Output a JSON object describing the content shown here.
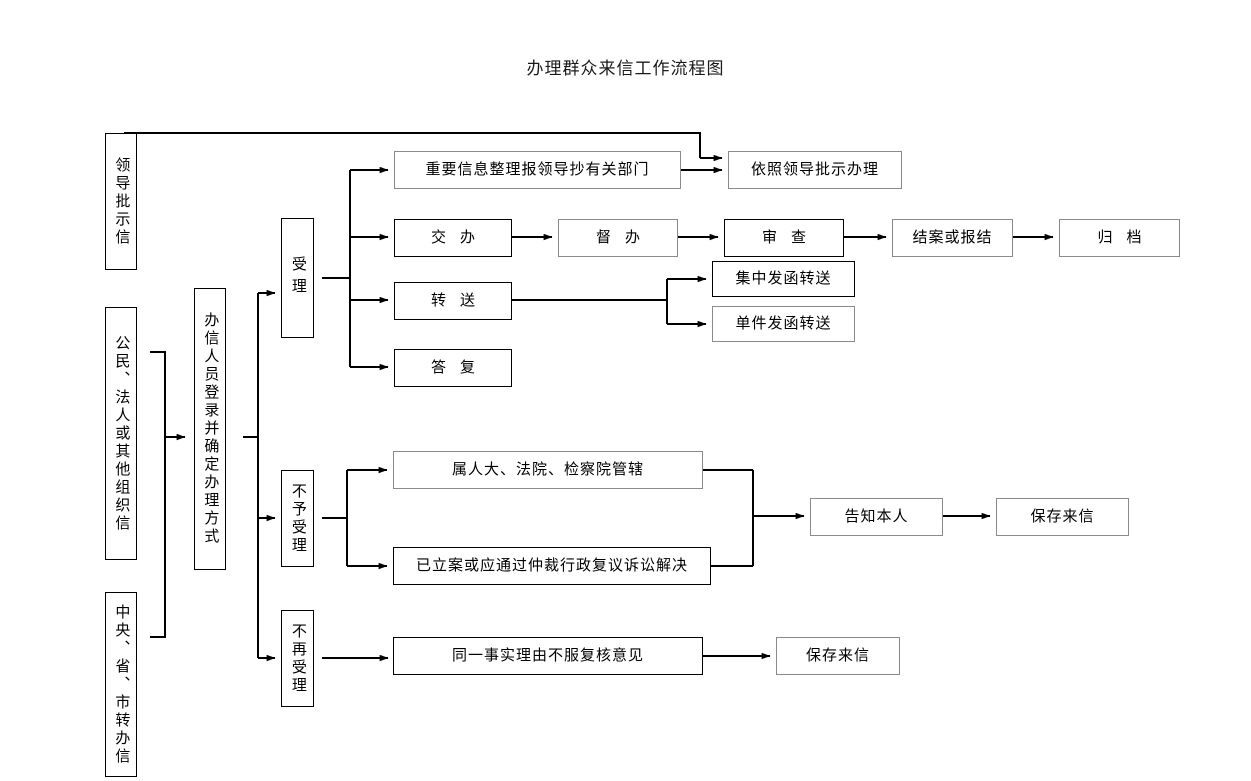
{
  "title": "办理群众来信工作流程图",
  "chart_data": {
    "type": "diagram",
    "title": "办理群众来信工作流程图",
    "orientation": "left-to-right flowchart",
    "nodes": [
      {
        "id": "n1",
        "label": "领导批示信"
      },
      {
        "id": "n2",
        "label": "公民、法人或其他组织信"
      },
      {
        "id": "n3",
        "label": "中央、省、市转办信"
      },
      {
        "id": "n4",
        "label": "办信人员登录并确定办理方式"
      },
      {
        "id": "n5",
        "label": "受理"
      },
      {
        "id": "n6",
        "label": "不予受理"
      },
      {
        "id": "n7",
        "label": "不再受理"
      },
      {
        "id": "n8",
        "label": "重要信息整理报领导抄有关部门"
      },
      {
        "id": "n9",
        "label": "依照领导批示办理"
      },
      {
        "id": "n10",
        "label": "交办"
      },
      {
        "id": "n11",
        "label": "督办"
      },
      {
        "id": "n12",
        "label": "审查"
      },
      {
        "id": "n13",
        "label": "结案或报结"
      },
      {
        "id": "n14",
        "label": "归档"
      },
      {
        "id": "n15",
        "label": "转送"
      },
      {
        "id": "n16",
        "label": "集中发函转送"
      },
      {
        "id": "n17",
        "label": "单件发函转送"
      },
      {
        "id": "n18",
        "label": "答复"
      },
      {
        "id": "n19",
        "label": "属人大、法院、检察院管辖"
      },
      {
        "id": "n20",
        "label": "已立案或应通过仲裁行政复议诉讼解决"
      },
      {
        "id": "n21",
        "label": "告知本人"
      },
      {
        "id": "n22",
        "label": "保存来信"
      },
      {
        "id": "n23",
        "label": "同一事实理由不服复核意见"
      },
      {
        "id": "n24",
        "label": "保存来信"
      }
    ],
    "edges": [
      {
        "from": "n1",
        "to": "n9"
      },
      {
        "from": "n2",
        "to": "n4"
      },
      {
        "from": "n3",
        "to": "n4"
      },
      {
        "from": "n4",
        "to": "n5"
      },
      {
        "from": "n4",
        "to": "n6"
      },
      {
        "from": "n4",
        "to": "n7"
      },
      {
        "from": "n5",
        "to": "n8"
      },
      {
        "from": "n5",
        "to": "n10"
      },
      {
        "from": "n5",
        "to": "n15"
      },
      {
        "from": "n5",
        "to": "n18"
      },
      {
        "from": "n8",
        "to": "n9"
      },
      {
        "from": "n10",
        "to": "n11"
      },
      {
        "from": "n11",
        "to": "n12"
      },
      {
        "from": "n12",
        "to": "n13"
      },
      {
        "from": "n13",
        "to": "n14"
      },
      {
        "from": "n15",
        "to": "n16"
      },
      {
        "from": "n15",
        "to": "n17"
      },
      {
        "from": "n6",
        "to": "n19"
      },
      {
        "from": "n6",
        "to": "n20"
      },
      {
        "from": "n19",
        "to": "n21"
      },
      {
        "from": "n20",
        "to": "n21"
      },
      {
        "from": "n21",
        "to": "n22"
      },
      {
        "from": "n7",
        "to": "n23"
      },
      {
        "from": "n23",
        "to": "n24"
      }
    ],
    "colors": {
      "background": "#ffffff",
      "box_border": "#000000",
      "connector": "#000000",
      "text": "#000000"
    }
  },
  "nodes": {
    "leader_letter": "领导批示信",
    "citizen_letter": "公民、法人或其他组织信",
    "transfer_letter": "中央、省、市转办信",
    "register": "办信人员登录并确定办理方式",
    "accept": "受理",
    "not_accept": "不予受理",
    "no_longer_accept": "不再受理",
    "important_info": "重要信息整理报领导抄有关部门",
    "handle_per_instruction": "依照领导批示办理",
    "assign": "交办",
    "supervise": "督办",
    "review": "审查",
    "close_or_report": "结案或报结",
    "archive": "归档",
    "forward": "转送",
    "batch_forward": "集中发函转送",
    "single_forward": "单件发函转送",
    "reply": "答复",
    "jurisdiction": "属人大、法院、检察院管辖",
    "filed_or_arbitration": "已立案或应通过仲裁行政复议诉讼解决",
    "notify_person": "告知本人",
    "store_letter": "保存来信",
    "same_fact_review": "同一事实理由不服复核意见",
    "store_letter_2": "保存来信"
  }
}
